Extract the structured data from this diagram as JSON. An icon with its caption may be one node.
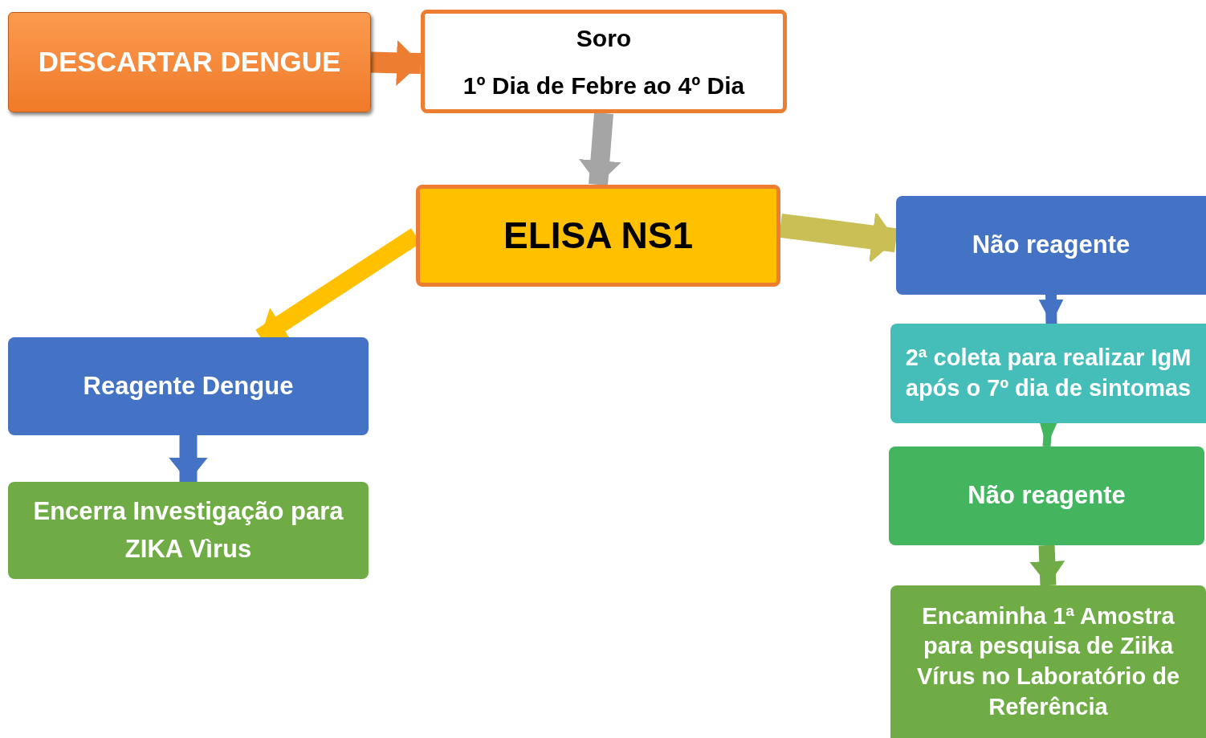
{
  "diagram": {
    "nodes": [
      {
        "text": [
          "DESCARTAR DENGUE"
        ]
      },
      {
        "text": [
          "Soro",
          "1º Dia de Febre ao 4º Dia"
        ]
      },
      {
        "text": [
          "ELISA NS1"
        ]
      },
      {
        "text": [
          "Reagente Dengue"
        ]
      },
      {
        "text": [
          "Encerra Investigação para ZIKA Vìrus"
        ]
      },
      {
        "text": [
          "Não reagente"
        ]
      },
      {
        "text": [
          "2ª coleta para realizar IgM após o 7º dia de sintomas"
        ]
      },
      {
        "text": [
          "Não reagente"
        ]
      },
      {
        "text": [
          "Encaminha 1ª Amostra para pesquisa de Ziika Vírus no Laboratório de Referência"
        ]
      }
    ],
    "edges": [
      {
        "from": 0,
        "to": 1,
        "arrow": "to",
        "color": "#ed7d31"
      },
      {
        "from": 1,
        "to": 2,
        "arrow": "to",
        "color": "#a5a5a5"
      },
      {
        "from": 2,
        "to": 3,
        "arrow": "to",
        "color": "#ffc000"
      },
      {
        "from": 2,
        "to": 5,
        "arrow": "to",
        "color": "#c9bf55"
      },
      {
        "from": 3,
        "to": 4,
        "arrow": "to",
        "color": "#4472c4"
      },
      {
        "from": 5,
        "to": 6,
        "arrow": "to",
        "color": "#4472c4"
      },
      {
        "from": 6,
        "to": 7,
        "arrow": "to",
        "color": "#43b55f"
      },
      {
        "from": 7,
        "to": 8,
        "arrow": "to",
        "color": "#6fac46"
      }
    ]
  }
}
